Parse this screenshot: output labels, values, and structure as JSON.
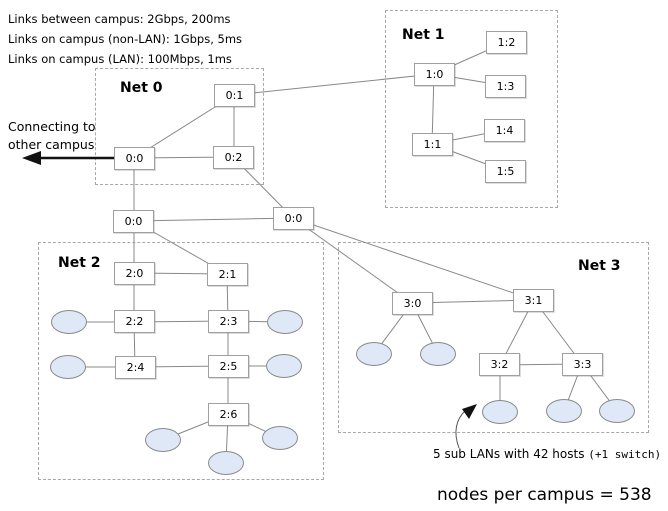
{
  "legend": {
    "line1": "Links between campus: 2Gbps, 200ms",
    "line2": "Links on campus (non-LAN): 1Gbps, 5ms",
    "line3": "Links on campus (LAN): 100Mbps, 1ms"
  },
  "networks": {
    "net0": "Net 0",
    "net1": "Net 1",
    "net2": "Net 2",
    "net3": "Net 3"
  },
  "nodes": {
    "net0_r1": "0:1",
    "net0_r0": "0:0",
    "net0_r2": "0:2",
    "core_left": "0:0",
    "core_right": "0:0",
    "net1_r0": "1:0",
    "net1_r1": "1:1",
    "net1_s2": "1:2",
    "net1_s3": "1:3",
    "net1_s4": "1:4",
    "net1_s5": "1:5",
    "net2_s0": "2:0",
    "net2_s1": "2:1",
    "net2_s2": "2:2",
    "net2_s3": "2:3",
    "net2_s4": "2:4",
    "net2_s5": "2:5",
    "net2_s6": "2:6",
    "net3_s0": "3:0",
    "net3_s1": "3:1",
    "net3_s2": "3:2",
    "net3_s3": "3:3"
  },
  "annotations": {
    "connecting_line1": "Connecting to",
    "connecting_line2": "other campus",
    "sublan_text": "5 sub LANs with 42 hosts ",
    "sublan_suffix": "(+1 switch)",
    "total_text": "nodes per campus = 538"
  },
  "colors": {
    "link_line": "#888888",
    "node_border": "#9f9f9f",
    "dashed_border": "#a8a8a8",
    "lan_fill": "#dfe8f6",
    "arrow": "#000000"
  }
}
